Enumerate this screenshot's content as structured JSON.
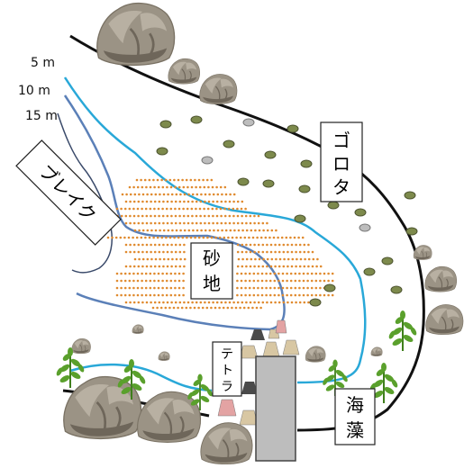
{
  "depth_labels": {
    "d5": "5 m",
    "d10": "10 m",
    "d15": "15 m"
  },
  "zones": {
    "break": "ブレイク",
    "sand_line1": "砂",
    "sand_line2": "地",
    "boulders_line1": "ゴ",
    "boulders_line2": "ロ",
    "boulders_line3": "タ",
    "tetra_line1": "テ",
    "tetra_line2": "ト",
    "tetra_line3": "ラ",
    "seaweed_line1": "海",
    "seaweed_line2": "藻"
  },
  "colors": {
    "shoreline": "#111111",
    "contour_5m": "#29a8d8",
    "contour_10m": "#5b80b8",
    "contour_15m": "#3a4a6a",
    "sand_dots": "#e08a2e",
    "pebble_green": "#7d8a4c",
    "pebble_gray": "#bdbdbd",
    "rock": "#9b9385",
    "rock_dark": "#6e665a",
    "seaweed": "#5aa02c",
    "breakwater": "#bdbdbd",
    "tetra_pink": "#e3a3a3",
    "tetra_tan": "#d8c7a3",
    "tetra_dark": "#4a4a4a"
  },
  "icons": [
    "rock-icon",
    "seaweed-icon",
    "pebble-icon",
    "tetrapod-icon"
  ]
}
